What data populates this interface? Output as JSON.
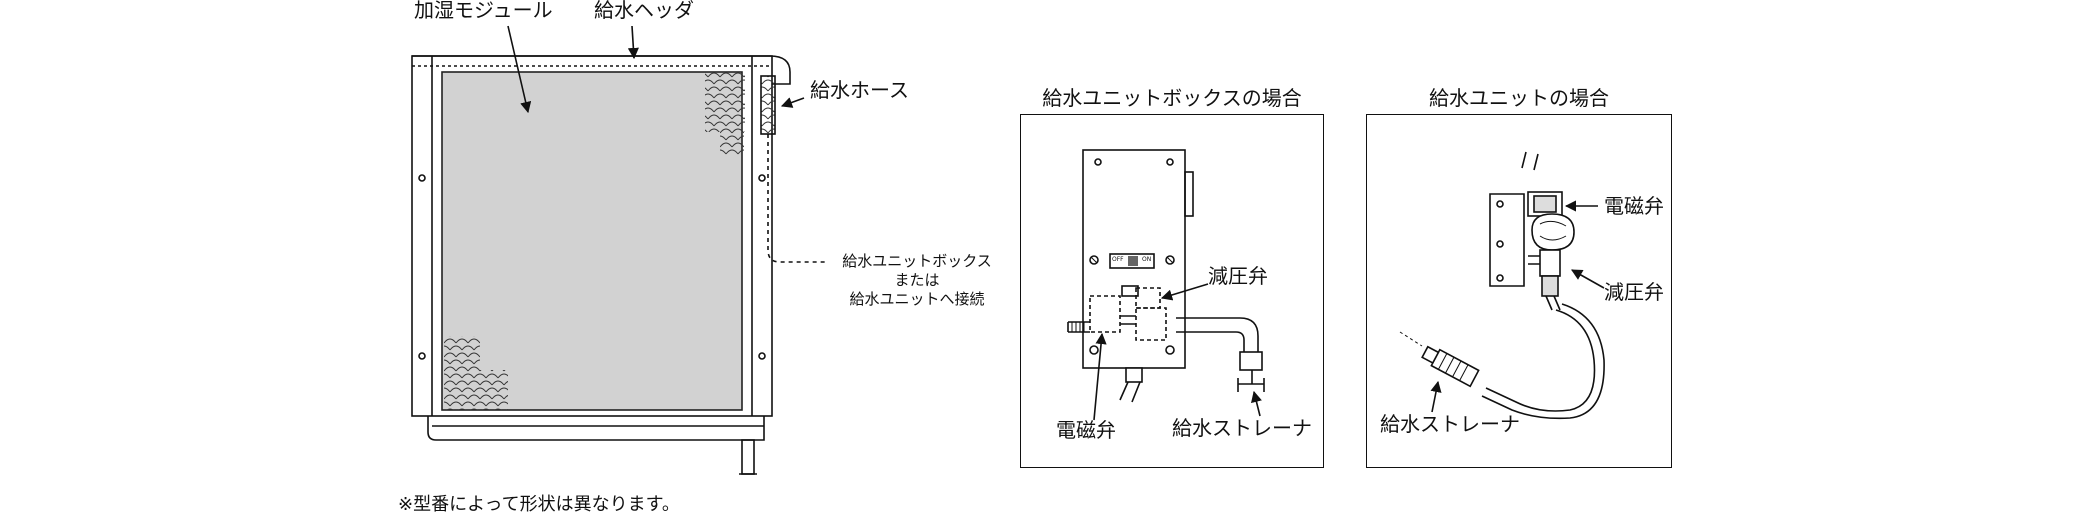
{
  "module_figure": {
    "label_module": "加湿モジュール",
    "label_header": "給水ヘッダ",
    "label_hose": "給水ホース",
    "connection_note": [
      "給水ユニットボックス",
      "または",
      "給水ユニットへ接続"
    ]
  },
  "unit_box_panel": {
    "title": "給水ユニットボックスの場合",
    "switch_off": "OFF",
    "switch_on": "ON",
    "label_reducing_valve": "減圧弁",
    "label_solenoid_valve": "電磁弁",
    "label_strainer": "給水ストレーナ"
  },
  "unit_panel": {
    "title": "給水ユニットの場合",
    "label_solenoid_valve": "電磁弁",
    "label_reducing_valve": "減圧弁",
    "label_strainer": "給水ストレーナ"
  },
  "footnote": "※型番によって形状は異なります。"
}
